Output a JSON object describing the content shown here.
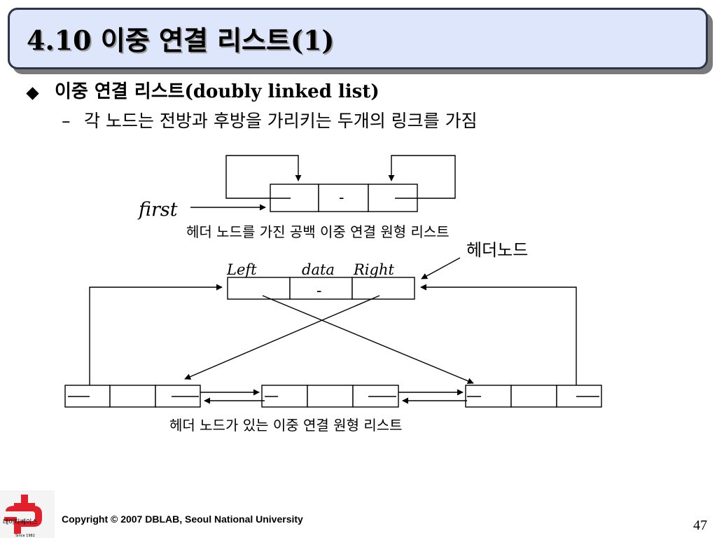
{
  "slide": {
    "title": "4.10 이중 연결 리스트(1)",
    "bullet": "이중 연결 리스트(doubly linked list)",
    "sub_dash": "–",
    "sub_text": "각 노드는 전방과 후방을 가리키는 두개의 링크를 가짐"
  },
  "diagram": {
    "first_label": "first",
    "top_caption": "헤더 노드를 가진 공백 이중 연결 원형 리스트",
    "header_node_label": "헤더노드",
    "field_left": "Left",
    "field_data": "data",
    "field_right": "Right",
    "dash": "-",
    "bottom_caption": "헤더 노드가 있는 이중 연결 원형 리스트"
  },
  "footer": {
    "copyright": "Copyright © 2007 DBLAB, Seoul National University",
    "page_number": "47",
    "logo_text": "데이타베이스",
    "logo_since": "Since 1982"
  },
  "colors": {
    "title_bg": "#dde6fb",
    "title_border": "#2f3447",
    "logo_red": "#e0202a"
  },
  "icons": {
    "bullet": "diamond-bullet-icon",
    "logo": "dblab-logo-icon"
  }
}
